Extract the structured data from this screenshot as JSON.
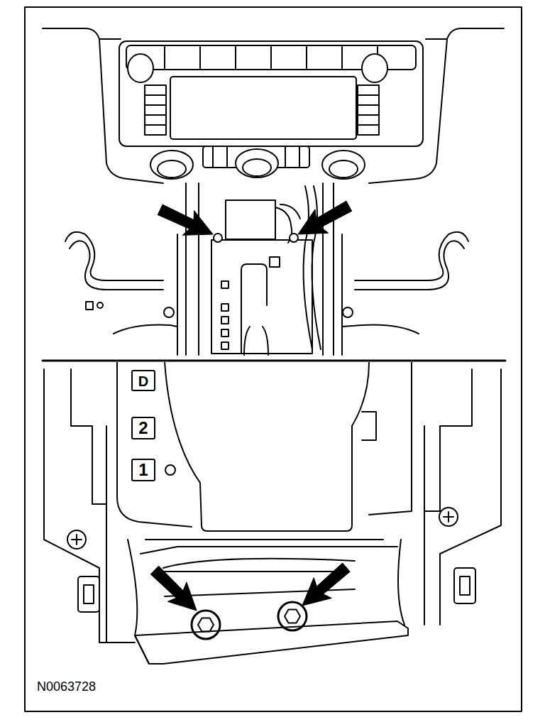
{
  "diagram": {
    "labels": [
      "D",
      "2",
      "1",
      "N0063728"
    ]
  }
}
